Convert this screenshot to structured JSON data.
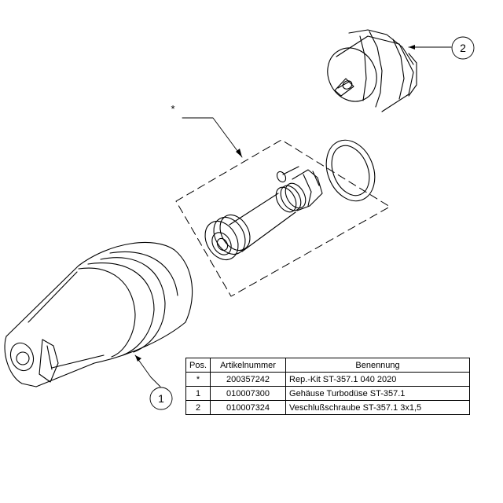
{
  "callouts": {
    "part1": "1",
    "part2": "2",
    "kit": "*"
  },
  "table": {
    "headers": [
      "Pos.",
      "Artikelnummer",
      "Benennung"
    ],
    "rows": [
      {
        "pos": "*",
        "article": "200357242",
        "name": "Rep.-Kit ST-357.1 040 2020"
      },
      {
        "pos": "1",
        "article": "010007300",
        "name": "Gehäuse Turbodüse ST-357.1"
      },
      {
        "pos": "2",
        "article": "010007324",
        "name": "Veschlußschraube ST-357.1 3x1,5"
      }
    ]
  }
}
